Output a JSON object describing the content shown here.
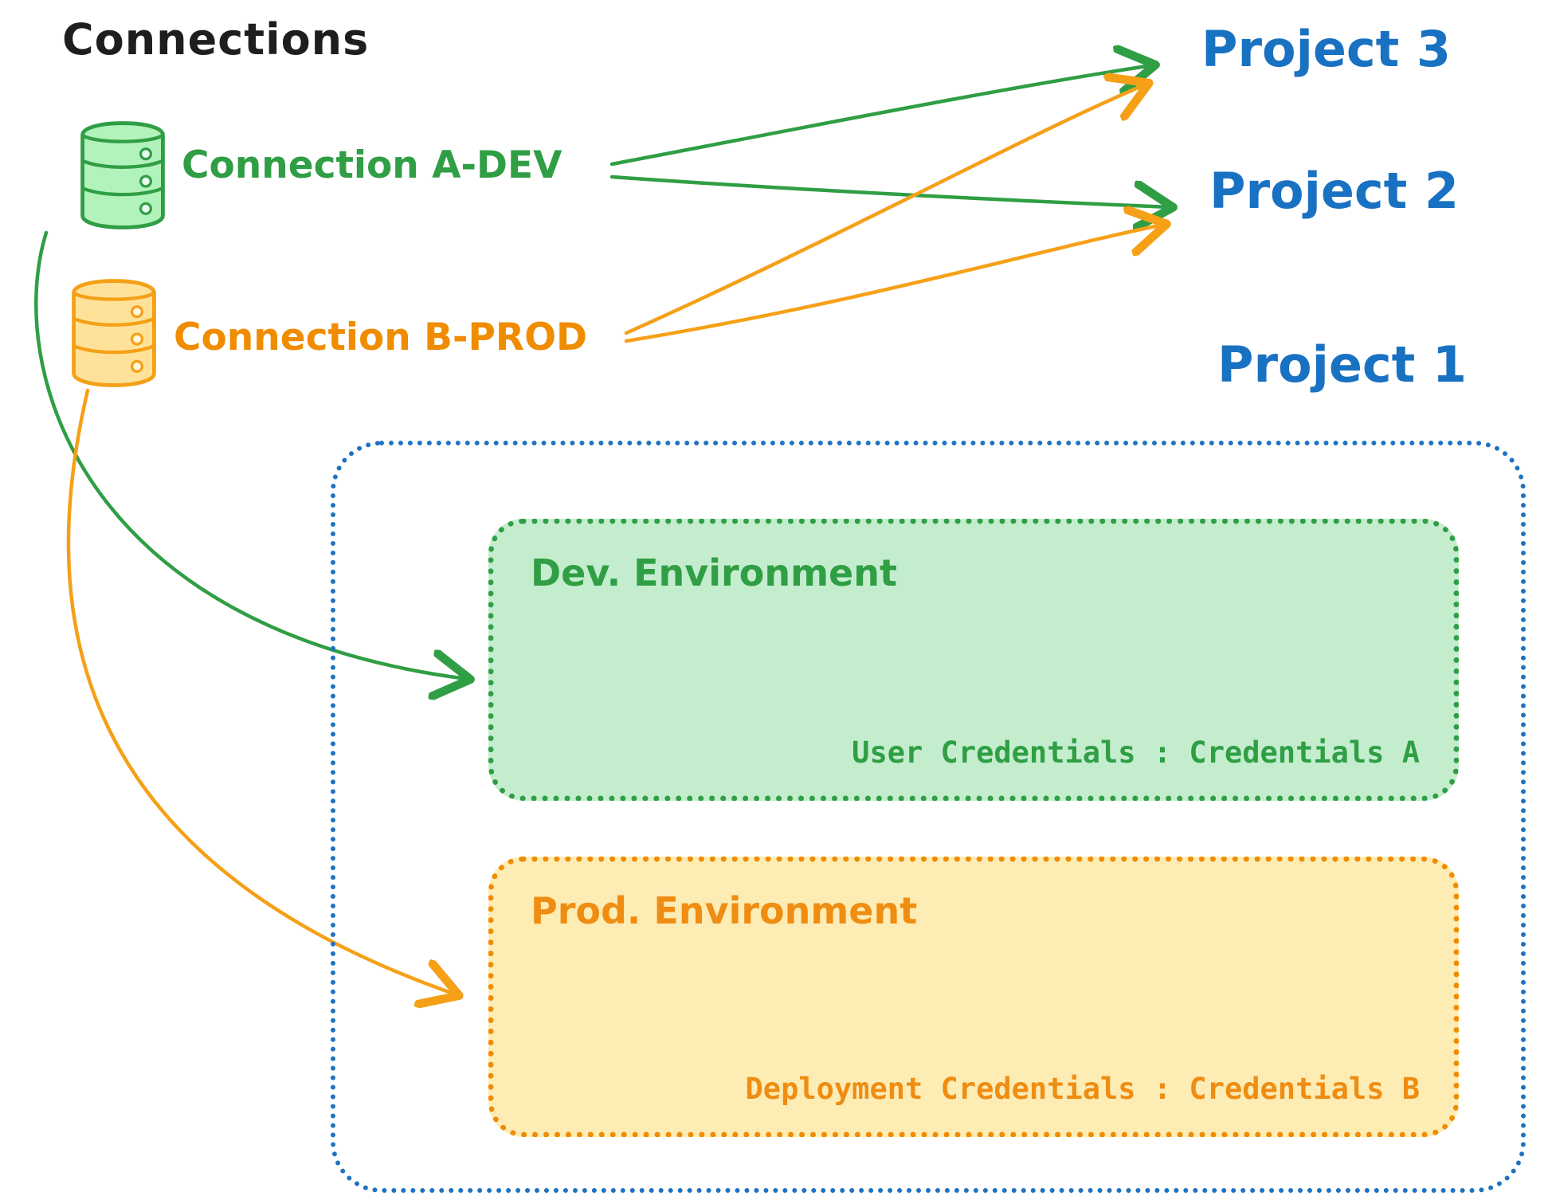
{
  "title": "Connections",
  "connections": [
    {
      "label": "Connection A-DEV",
      "icon": "database-icon",
      "color": "#2f9e44"
    },
    {
      "label": "Connection B-PROD",
      "icon": "database-icon",
      "color": "#f08c00"
    }
  ],
  "projects": [
    {
      "label": "Project 3"
    },
    {
      "label": "Project 2"
    },
    {
      "label": "Project 1"
    }
  ],
  "environments": [
    {
      "title": "Dev. Environment",
      "credentials": "User Credentials : Credentials A",
      "accent": "#2f9e44",
      "fill": "#c4edce"
    },
    {
      "title": "Prod. Environment",
      "credentials": "Deployment Credentials : Credentials B",
      "accent": "#f08c00",
      "fill": "#fdecb4"
    }
  ],
  "colors": {
    "project_blue": "#1971c2",
    "container_border": "#1f72c1",
    "title_black": "#1e1e1e",
    "green_db_fill": "#b2f2bb",
    "orange_db_fill": "#ffe29a"
  }
}
